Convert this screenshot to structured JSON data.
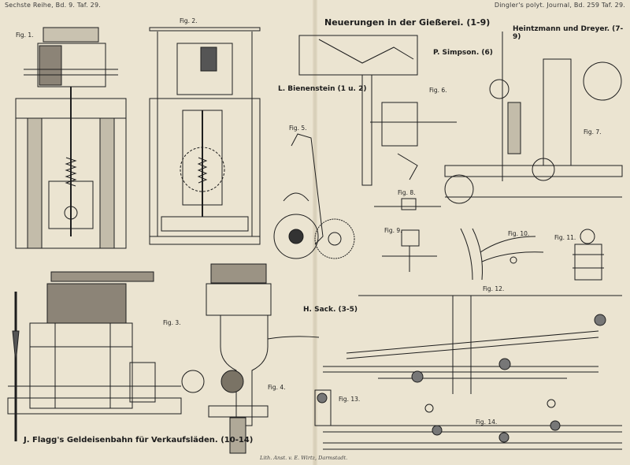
{
  "header": {
    "left": "Sechste Reihe, Bd. 9. Taf. 29.",
    "right": "Dingler's polyt. Journal, Bd. 259 Taf. 29."
  },
  "titles": {
    "main": "Neuerungen in der Gießerei. (1-9)",
    "bienenstein": "L. Bienenstein (1 u. 2)",
    "simpson": "P. Simpson. (6)",
    "heintzmann": "Heintzmann und Dreyer. (7-9)",
    "sack": "H. Sack. (3-5)",
    "flagg": "J. Flagg's Geldeisenbahn für Verkaufsläden. (10-14)"
  },
  "figures": {
    "f1": "Fig. 1.",
    "f2": "Fig. 2.",
    "f3": "Fig. 3.",
    "f4": "Fig. 4.",
    "f5": "Fig. 5.",
    "f6": "Fig. 6.",
    "f7": "Fig. 7.",
    "f8": "Fig. 8.",
    "f9": "Fig. 9.",
    "f10": "Fig. 10.",
    "f11": "Fig. 11.",
    "f12": "Fig. 12.",
    "f13": "Fig. 13.",
    "f14": "Fig. 14."
  },
  "imprint": "Lith. Anst. v. E. Wirtz, Darmstadt."
}
